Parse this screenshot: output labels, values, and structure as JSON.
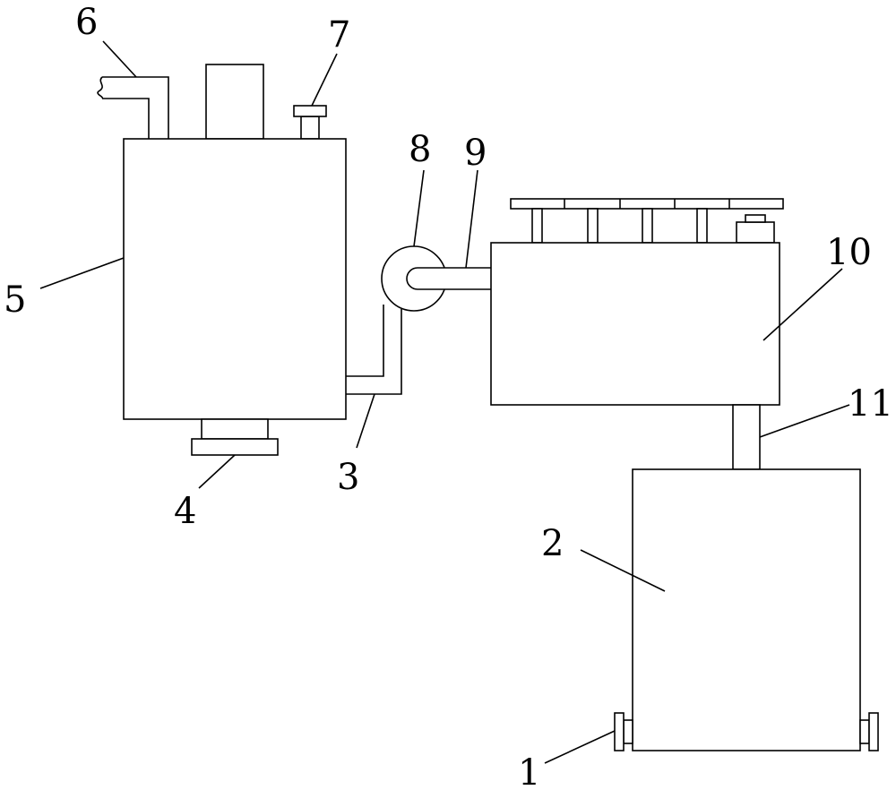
{
  "labels": {
    "1": "1",
    "2": "2",
    "3": "3",
    "4": "4",
    "5": "5",
    "6": "6",
    "7": "7",
    "8": "8",
    "9": "9",
    "10": "10",
    "11": "11"
  },
  "colors": {
    "line": "#000000",
    "background": "#ffffff"
  }
}
